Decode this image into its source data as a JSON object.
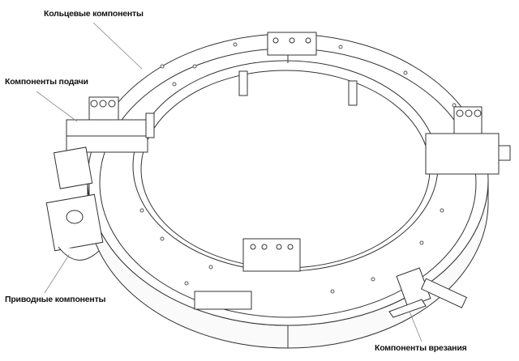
{
  "labels": {
    "ring": "Кольцевые компоненты",
    "feed": "Компоненты подачи",
    "drive": "Приводные компоненты",
    "cutting": "Компоненты врезания"
  }
}
